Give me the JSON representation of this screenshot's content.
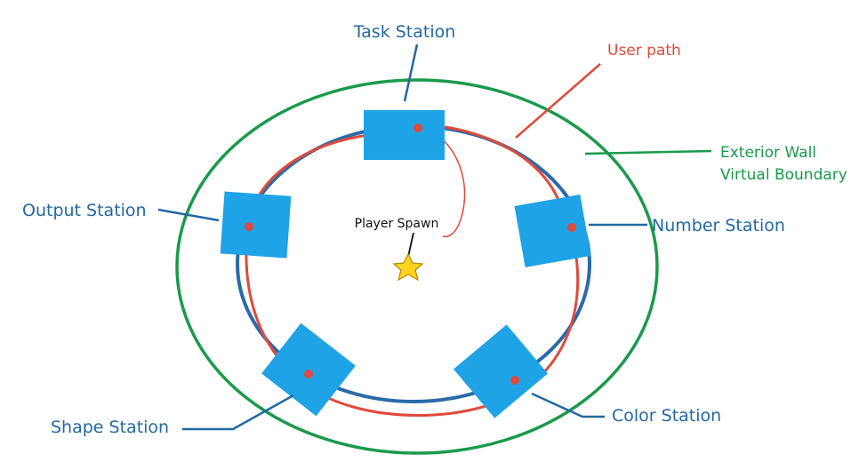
{
  "labels": {
    "task_station": "Task Station",
    "output_station": "Output Station",
    "number_station": "Number Station",
    "shape_station": "Shape Station",
    "color_station": "Color Station",
    "user_path": "User path",
    "exterior_wall": "Exterior Wall",
    "virtual_boundary": "Virtual Boundary",
    "player_spawn": "Player Spawn"
  },
  "colors": {
    "station_fill": "#1ea3e6",
    "label_blue": "#2369a0",
    "exterior_wall": "#1a9a4b",
    "virtual_boundary": "#2a6aa8",
    "user_path": "#e04a3c",
    "spawn_star": "#ffd21f"
  },
  "icons": {
    "player_spawn": "star-icon"
  }
}
